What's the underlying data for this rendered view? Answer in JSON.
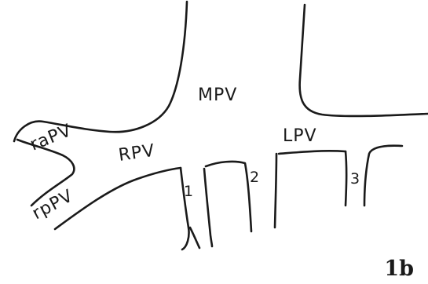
{
  "labels": {
    "mpv": "MPV",
    "lpv": "LPV",
    "rpv": "RPV",
    "rapv": "raPV",
    "rppv": "rpPV",
    "branch1": "1",
    "branch2": "2",
    "branch3": "3"
  },
  "panel_label": "1b"
}
